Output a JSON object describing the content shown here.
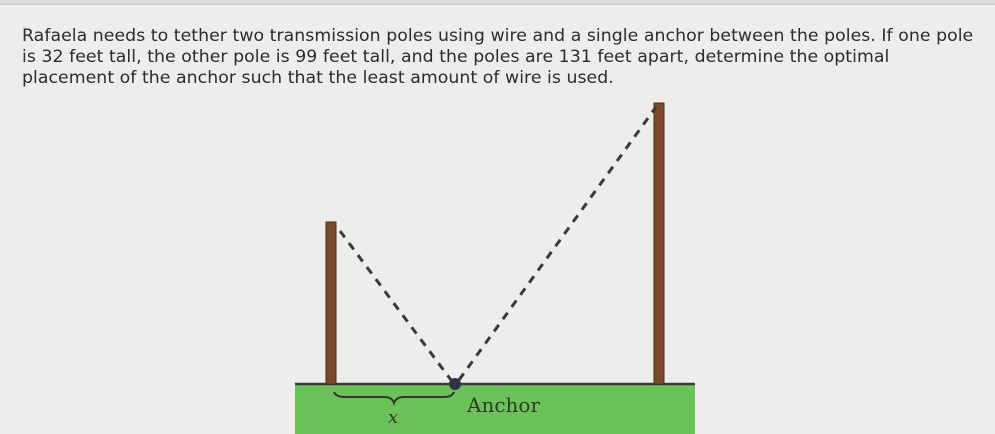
{
  "question": {
    "line1": "Rafaela needs to tether two transmission poles using wire and a single anchor between the poles. If one pole",
    "line2": "is 32 feet tall, the other pole is 99 feet tall, and the poles are 131 feet apart, determine the optimal",
    "line3": "placement of the anchor such that the least amount of wire is used."
  },
  "diagram": {
    "anchor_label": "Anchor",
    "distance_label": "x",
    "short_pole_height_ft": 32,
    "tall_pole_height_ft": 99,
    "pole_separation_ft": 131,
    "colors": {
      "ground": "#6cc25a",
      "pole": "#7a4a2a",
      "wire": "#3a3a3a",
      "anchor": "#2e3340"
    }
  }
}
